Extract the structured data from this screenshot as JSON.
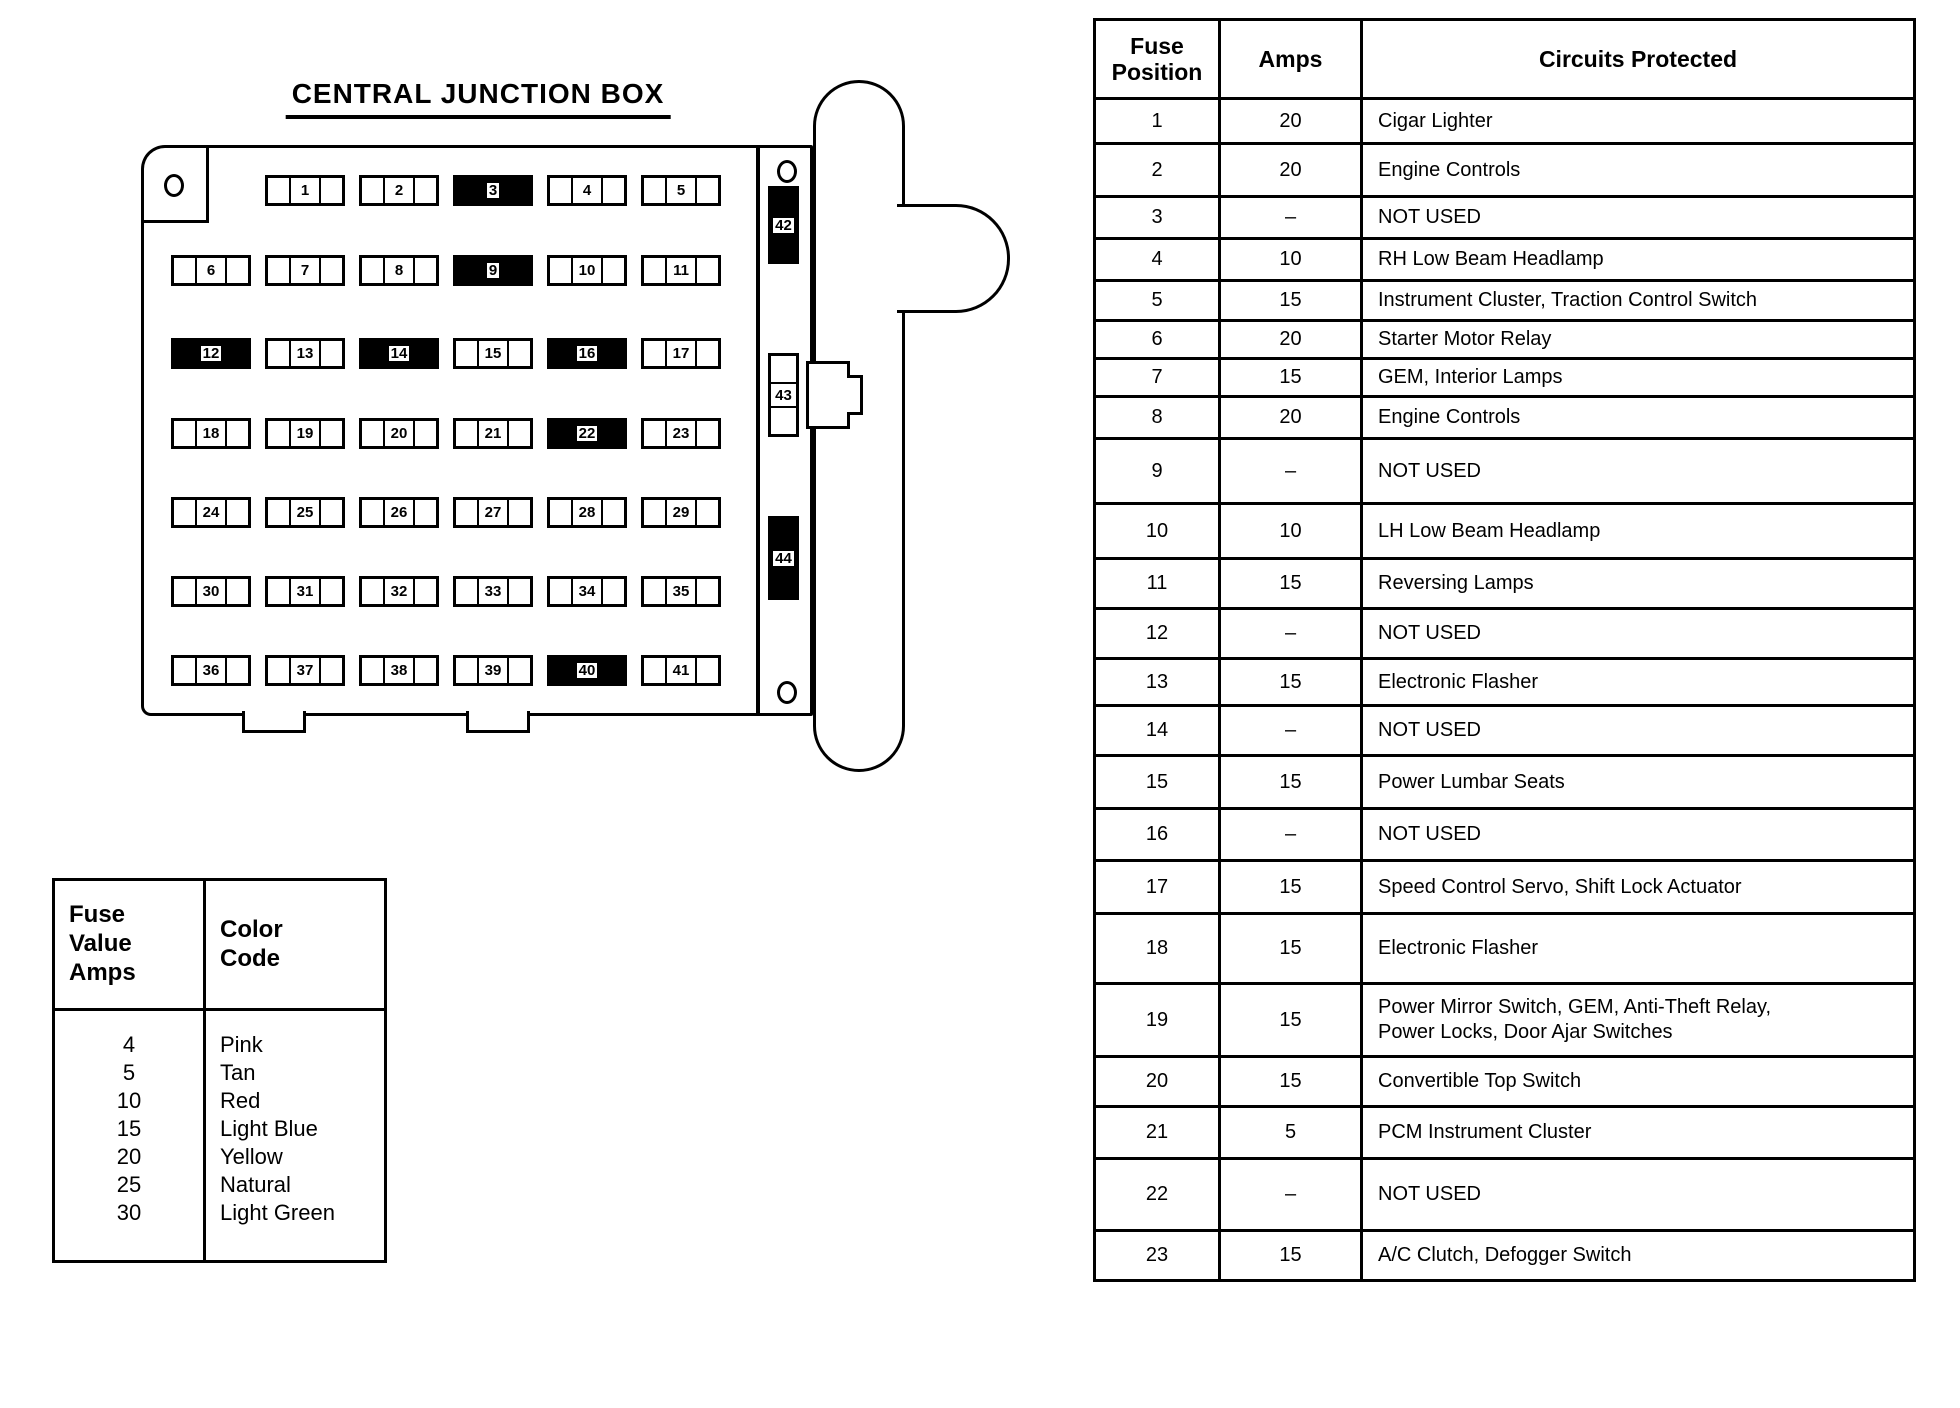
{
  "diagram": {
    "title": "CENTRAL JUNCTION BOX",
    "fuse_rows": [
      {
        "start_col": 1,
        "fuses": [
          "1",
          "2",
          "3",
          "4",
          "5"
        ]
      },
      {
        "start_col": 0,
        "fuses": [
          "6",
          "7",
          "8",
          "9",
          "10",
          "11"
        ]
      },
      {
        "start_col": 0,
        "fuses": [
          "12",
          "13",
          "14",
          "15",
          "16",
          "17"
        ]
      },
      {
        "start_col": 0,
        "fuses": [
          "18",
          "19",
          "20",
          "21",
          "22",
          "23"
        ]
      },
      {
        "start_col": 0,
        "fuses": [
          "24",
          "25",
          "26",
          "27",
          "28",
          "29"
        ]
      },
      {
        "start_col": 0,
        "fuses": [
          "30",
          "31",
          "32",
          "33",
          "34",
          "35"
        ]
      },
      {
        "start_col": 0,
        "fuses": [
          "36",
          "37",
          "38",
          "39",
          "40",
          "41"
        ]
      }
    ],
    "side_fuses": [
      "42",
      "43",
      "44"
    ],
    "filled_fuses": [
      "3",
      "9",
      "12",
      "14",
      "16",
      "22",
      "40",
      "42",
      "44"
    ]
  },
  "legend": {
    "header_left": "Fuse\nValue\nAmps",
    "header_right": "Color\nCode",
    "rows": [
      {
        "amps": "4",
        "color": "Pink"
      },
      {
        "amps": "5",
        "color": "Tan"
      },
      {
        "amps": "10",
        "color": "Red"
      },
      {
        "amps": "15",
        "color": "Light Blue"
      },
      {
        "amps": "20",
        "color": "Yellow"
      },
      {
        "amps": "25",
        "color": "Natural"
      },
      {
        "amps": "30",
        "color": "Light Green"
      }
    ]
  },
  "fuse_table": {
    "headers": [
      "Fuse\nPosition",
      "Amps",
      "Circuits Protected"
    ],
    "rows": [
      {
        "position": "1",
        "amps": "20",
        "circuit": "Cigar Lighter"
      },
      {
        "position": "2",
        "amps": "20",
        "circuit": "Engine Controls"
      },
      {
        "position": "3",
        "amps": "–",
        "circuit": "NOT USED"
      },
      {
        "position": "4",
        "amps": "10",
        "circuit": "RH Low Beam Headlamp"
      },
      {
        "position": "5",
        "amps": "15",
        "circuit": "Instrument Cluster, Traction Control Switch"
      },
      {
        "position": "6",
        "amps": "20",
        "circuit": "Starter Motor Relay"
      },
      {
        "position": "7",
        "amps": "15",
        "circuit": "GEM, Interior Lamps"
      },
      {
        "position": "8",
        "amps": "20",
        "circuit": "Engine Controls"
      },
      {
        "position": "9",
        "amps": "–",
        "circuit": "NOT USED"
      },
      {
        "position": "10",
        "amps": "10",
        "circuit": "LH Low Beam Headlamp"
      },
      {
        "position": "11",
        "amps": "15",
        "circuit": "Reversing Lamps"
      },
      {
        "position": "12",
        "amps": "–",
        "circuit": "NOT USED"
      },
      {
        "position": "13",
        "amps": "15",
        "circuit": "Electronic Flasher"
      },
      {
        "position": "14",
        "amps": "–",
        "circuit": "NOT USED"
      },
      {
        "position": "15",
        "amps": "15",
        "circuit": "Power Lumbar Seats"
      },
      {
        "position": "16",
        "amps": "–",
        "circuit": "NOT USED"
      },
      {
        "position": "17",
        "amps": "15",
        "circuit": "Speed Control Servo, Shift Lock  Actuator"
      },
      {
        "position": "18",
        "amps": "15",
        "circuit": "Electronic Flasher"
      },
      {
        "position": "19",
        "amps": "15",
        "circuit": "Power Mirror Switch, GEM, Anti-Theft Relay,\nPower Locks, Door Ajar Switches"
      },
      {
        "position": "20",
        "amps": "15",
        "circuit": "Convertible Top Switch"
      },
      {
        "position": "21",
        "amps": "5",
        "circuit": "PCM Instrument Cluster"
      },
      {
        "position": "22",
        "amps": "–",
        "circuit": "NOT USED"
      },
      {
        "position": "23",
        "amps": "15",
        "circuit": "A/C Clutch, Defogger Switch"
      }
    ]
  }
}
